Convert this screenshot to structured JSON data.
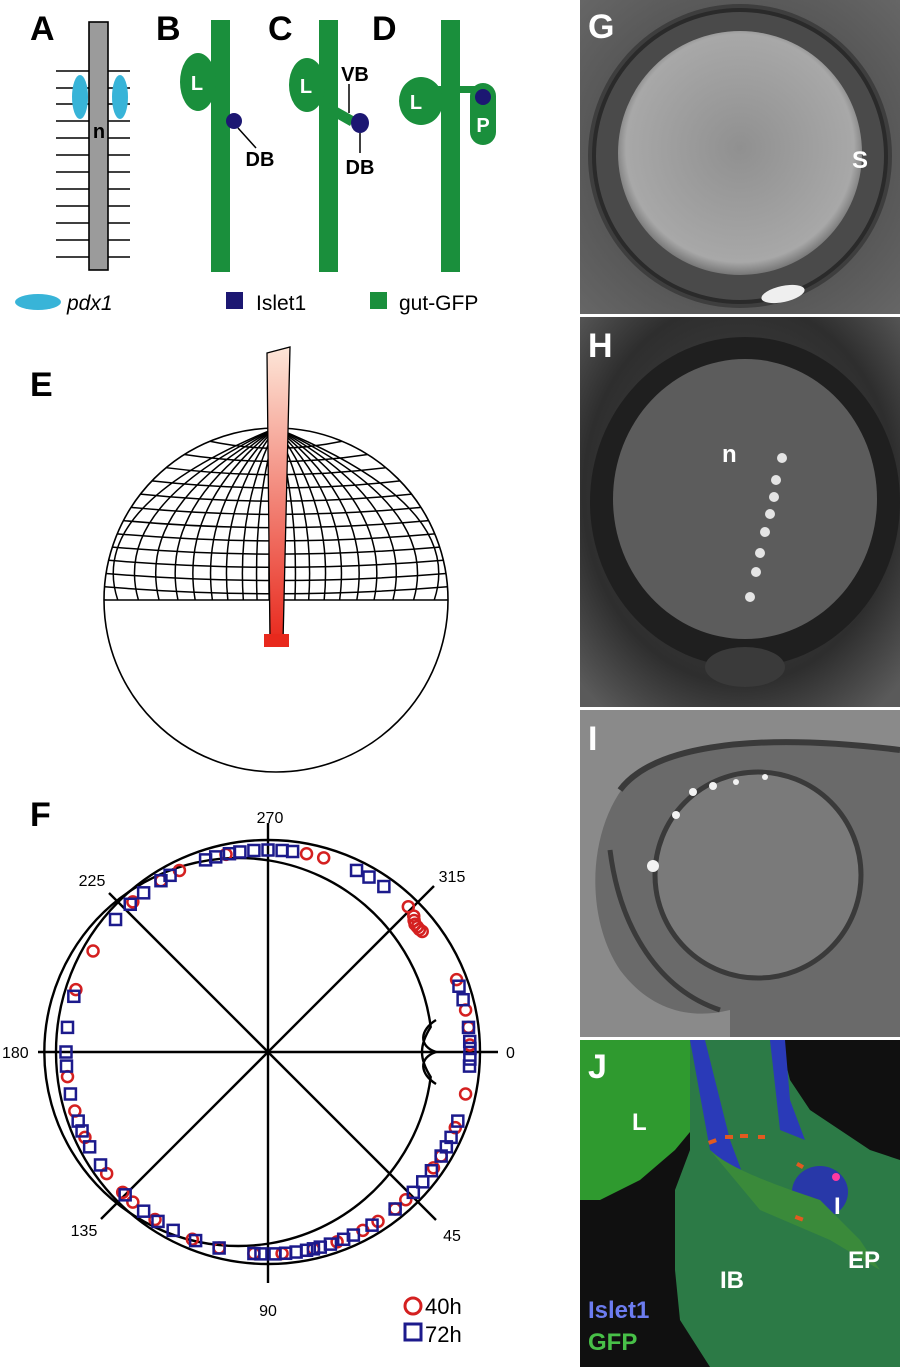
{
  "panels": {
    "A": "A",
    "B": "B",
    "C": "C",
    "D": "D",
    "E": "E",
    "F": "F",
    "G": "G",
    "H": "H",
    "I": "I",
    "J": "J"
  },
  "schematic": {
    "notochord_label": "n",
    "liver_label": "L",
    "ventral_bud_label": "VB",
    "dorsal_bud_label": "DB",
    "pancreas_label": "P"
  },
  "legend_top": {
    "pdx1": "pdx1",
    "islet1": "Islet1",
    "gutgfp": "gut-GFP",
    "colors": {
      "pdx1": "#38b4d8",
      "islet1": "#1c1772",
      "gutgfp": "#1a8f3c"
    }
  },
  "photos": {
    "G": {
      "labels": [
        "S"
      ]
    },
    "H": {
      "labels": [
        "n"
      ]
    },
    "I": {
      "labels": []
    },
    "J": {
      "labels": [
        "L",
        "I",
        "IB",
        "EP"
      ],
      "legend": [
        "Islet1",
        "GFP"
      ]
    }
  },
  "chart_data": {
    "type": "scatter",
    "subtype": "polar",
    "angle_ticks": [
      "270",
      "315",
      "0",
      "45",
      "90",
      "135",
      "180",
      "225"
    ],
    "angle_unit": "degrees",
    "radius_scale": "inner ring = 0, outer ring = 1",
    "series": [
      {
        "name": "40h",
        "marker": "circle",
        "color": "#d42020",
        "points": [
          [
            244,
            0.5
          ],
          [
            258,
            0.5
          ],
          [
            281,
            0.5
          ],
          [
            286,
            0.5
          ],
          [
            314,
            0.5
          ],
          [
            317,
            0.35
          ],
          [
            318,
            0.2
          ],
          [
            319,
            0.1
          ],
          [
            320,
            0.1
          ],
          [
            321,
            0.1
          ],
          [
            322,
            0.15
          ],
          [
            339,
            0.5
          ],
          [
            348,
            0.5
          ],
          [
            353,
            0.5
          ],
          [
            358,
            0.5
          ],
          [
            12,
            0.5
          ],
          [
            22,
            0.5
          ],
          [
            31,
            0.5
          ],
          [
            35,
            0.5
          ],
          [
            47,
            0.5
          ],
          [
            51,
            0.5
          ],
          [
            57,
            0.5
          ],
          [
            62,
            0.5
          ],
          [
            70,
            0.5
          ],
          [
            77,
            0.5
          ],
          [
            86,
            0.5
          ],
          [
            94,
            0.5
          ],
          [
            104,
            0.5
          ],
          [
            112,
            0.5
          ],
          [
            124,
            0.5
          ],
          [
            132,
            0.5
          ],
          [
            136,
            0.5
          ],
          [
            143,
            0.5
          ],
          [
            155,
            0.5
          ],
          [
            163,
            0.5
          ],
          [
            173,
            0.5
          ],
          [
            198,
            0.5
          ],
          [
            210,
            0.5
          ],
          [
            228,
            0.5
          ],
          [
            238,
            0.5
          ]
        ]
      },
      {
        "name": "72h",
        "marker": "square",
        "color": "#1c1a8c",
        "points": [
          [
            238,
            0.5
          ],
          [
            241,
            0.5
          ],
          [
            252,
            0.5
          ],
          [
            255,
            0.5
          ],
          [
            259,
            0.5
          ],
          [
            262,
            0.5
          ],
          [
            266,
            0.5
          ],
          [
            270,
            0.5
          ],
          [
            274,
            0.5
          ],
          [
            277,
            0.5
          ],
          [
            296,
            0.5
          ],
          [
            300,
            0.5
          ],
          [
            305,
            0.5
          ],
          [
            341,
            0.5
          ],
          [
            345,
            0.5
          ],
          [
            353,
            0.5
          ],
          [
            357,
            0.5
          ],
          [
            359,
            0.5
          ],
          [
            2,
            0.5
          ],
          [
            4,
            0.5
          ],
          [
            20,
            0.5
          ],
          [
            25,
            0.5
          ],
          [
            28,
            0.5
          ],
          [
            31,
            0.5
          ],
          [
            36,
            0.5
          ],
          [
            40,
            0.5
          ],
          [
            44,
            0.5
          ],
          [
            51,
            0.5
          ],
          [
            59,
            0.5
          ],
          [
            65,
            0.5
          ],
          [
            68,
            0.5
          ],
          [
            72,
            0.5
          ],
          [
            75,
            0.5
          ],
          [
            77,
            0.5
          ],
          [
            79,
            0.5
          ],
          [
            82,
            0.5
          ],
          [
            85,
            0.5
          ],
          [
            88,
            0.5
          ],
          [
            92,
            0.5
          ],
          [
            94,
            0.5
          ],
          [
            104,
            0.5
          ],
          [
            111,
            0.5
          ],
          [
            118,
            0.5
          ],
          [
            123,
            0.5
          ],
          [
            128,
            0.5
          ],
          [
            135,
            0.5
          ],
          [
            146,
            0.5
          ],
          [
            152,
            0.5
          ],
          [
            157,
            0.5
          ],
          [
            160,
            0.5
          ],
          [
            168,
            0.5
          ],
          [
            176,
            0.5
          ],
          [
            180,
            0.5
          ],
          [
            187,
            0.5
          ],
          [
            196,
            0.5
          ],
          [
            221,
            0.5
          ],
          [
            227,
            0.5
          ],
          [
            232,
            0.5
          ]
        ]
      }
    ],
    "legend": [
      "40h",
      "72h"
    ],
    "legend_position": "bottom-right"
  }
}
